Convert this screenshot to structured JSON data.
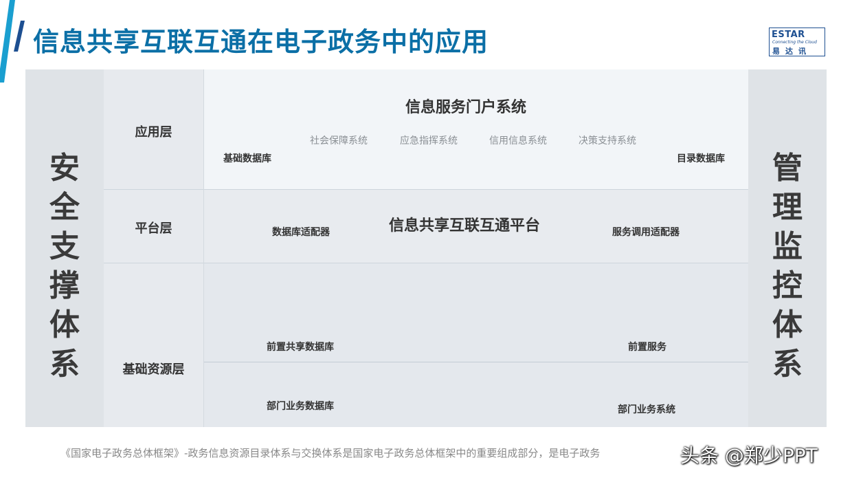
{
  "header": {
    "title": "信息共享互联互通在电子政务中的应用",
    "logo": {
      "brand": "ESTAR",
      "tagline": "Connecting the Cloud",
      "cn": "易达讯"
    }
  },
  "diagram": {
    "left_pillar": "安全支撑体系",
    "right_pillar": "管理监控体系",
    "layers": {
      "application": {
        "label": "应用层",
        "heading": "信息服务门户系统",
        "systems": [
          "社会保障系统",
          "应急指挥系统",
          "信用信息系统",
          "决策支持系统"
        ],
        "left_db": "基础数据库",
        "right_db": "目录数据库"
      },
      "platform": {
        "label": "平台层",
        "heading": "信息共享互联互通平台",
        "left_adapter": "数据库适配器",
        "right_adapter": "服务调用适配器"
      },
      "base": {
        "label": "基础资源层",
        "top_left": "前置共享数据库",
        "top_right": "前置服务",
        "bottom_left": "部门业务数据库",
        "bottom_right": "部门业务系统"
      }
    }
  },
  "footer": {
    "text": "《国家电子政务总体框架》-政务信息资源目录体系与交换体系是国家电子政务总体框架中的重要组成部分，是电子政务",
    "watermark": "头条 @郑少PPT"
  },
  "colors": {
    "title": "#0b6fa6",
    "accent": "#1a9fd0",
    "logo": "#1d4f91"
  }
}
